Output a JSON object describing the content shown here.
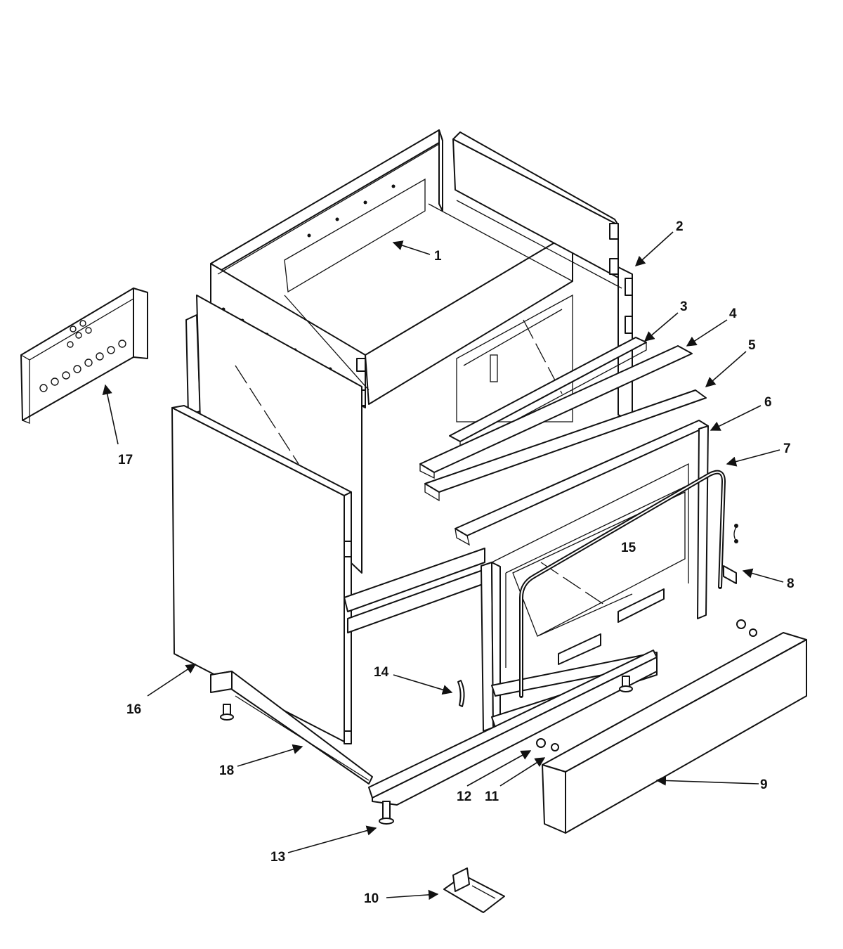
{
  "callouts": [
    {
      "id": "1",
      "label": "1"
    },
    {
      "id": "2",
      "label": "2"
    },
    {
      "id": "3",
      "label": "3"
    },
    {
      "id": "4",
      "label": "4"
    },
    {
      "id": "5",
      "label": "5"
    },
    {
      "id": "6",
      "label": "6"
    },
    {
      "id": "7",
      "label": "7"
    },
    {
      "id": "8",
      "label": "8"
    },
    {
      "id": "9",
      "label": "9"
    },
    {
      "id": "10",
      "label": "10"
    },
    {
      "id": "11",
      "label": "11"
    },
    {
      "id": "12",
      "label": "12"
    },
    {
      "id": "13",
      "label": "13"
    },
    {
      "id": "14",
      "label": "14"
    },
    {
      "id": "15",
      "label": "15"
    },
    {
      "id": "16",
      "label": "16"
    },
    {
      "id": "17",
      "label": "17"
    },
    {
      "id": "18",
      "label": "18"
    }
  ],
  "colors": {
    "line": "#111111",
    "background": "#ffffff"
  }
}
